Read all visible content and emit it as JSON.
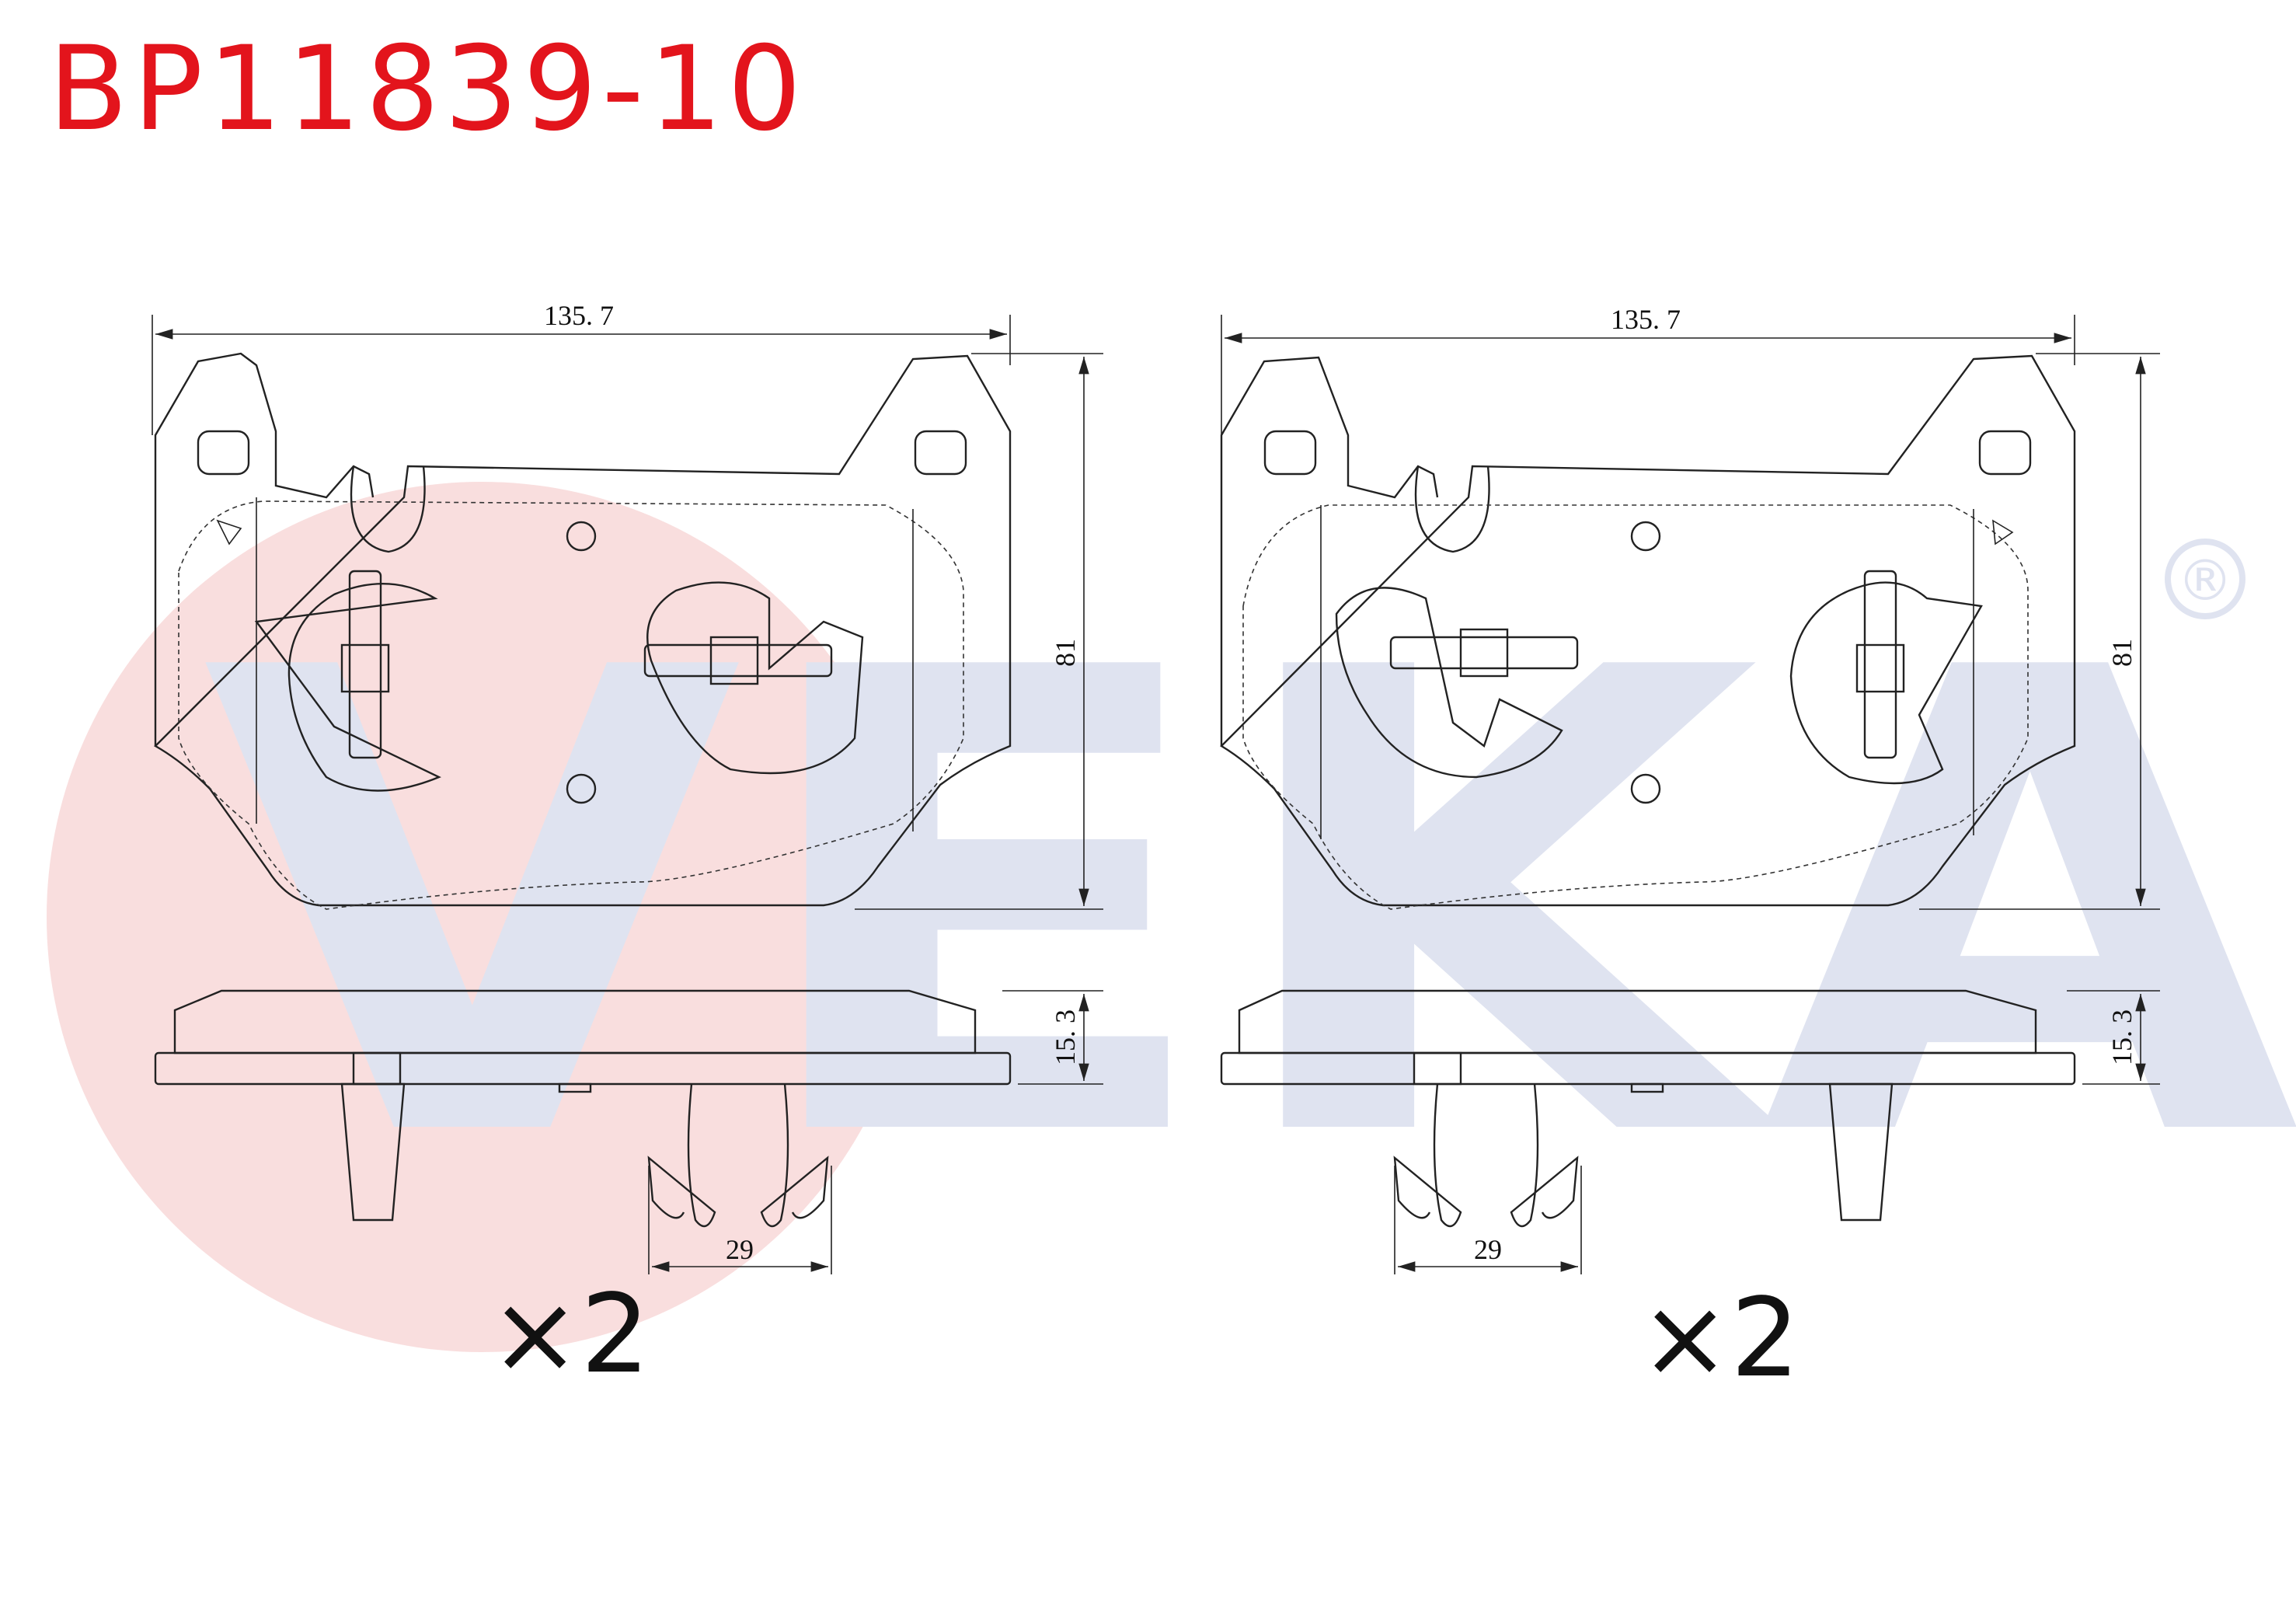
{
  "title": "BP11839-10",
  "watermark": {
    "text": "VEKA",
    "registered_mark": "®",
    "colors": {
      "letters": "#dfe3f0",
      "circle": "#f9dede"
    }
  },
  "views": [
    {
      "width_dim": "135. 7",
      "height_dim": "81",
      "thickness_dim": "15. 3",
      "clip_dim": "29",
      "quantity": "×2"
    },
    {
      "width_dim": "135. 7",
      "height_dim": "81",
      "thickness_dim": "15. 3",
      "clip_dim": "29",
      "quantity": "×2"
    }
  ],
  "colors": {
    "title": "#e3141c",
    "lines": "#222222"
  }
}
